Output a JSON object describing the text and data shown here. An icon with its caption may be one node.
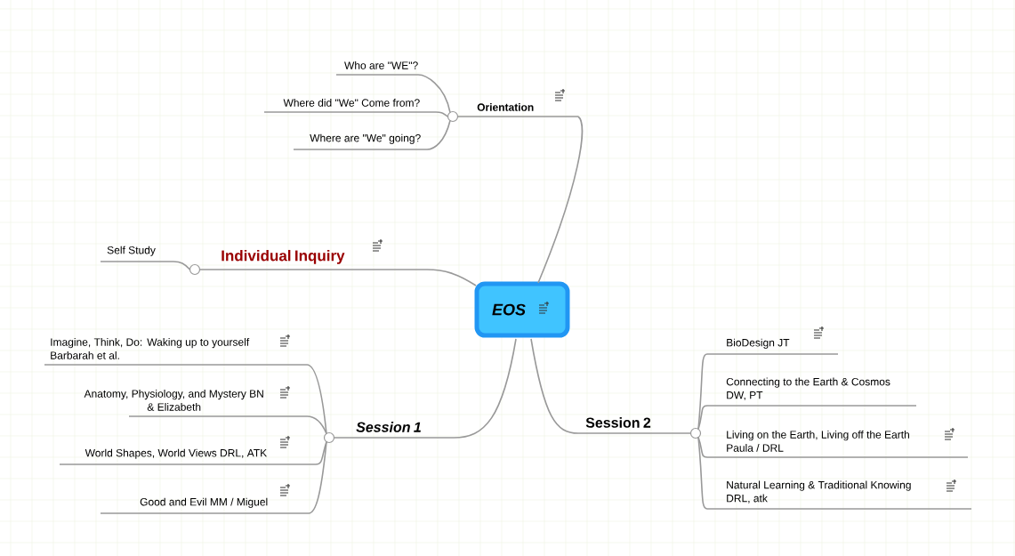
{
  "diagram": {
    "nodes": [
      {
        "text": [
          "EOS"
        ]
      },
      {
        "text": [
          "Orientation"
        ]
      },
      {
        "text": [
          "Who are \"WE\"?"
        ]
      },
      {
        "text": [
          "Where did \"We\" Come from?"
        ]
      },
      {
        "text": [
          "Where are \"We\" going?"
        ]
      },
      {
        "text": [
          "Individual Inquiry"
        ]
      },
      {
        "text": [
          "Self Study"
        ]
      },
      {
        "text": [
          "Session 1"
        ]
      },
      {
        "text": [
          "Imagine, Think, Do: Waking up to yourself Barbarah et al."
        ]
      },
      {
        "text": [
          "Anatomy, Physiology, and Mystery BN & Elizabeth"
        ]
      },
      {
        "text": [
          "World Shapes, World Views DRL, ATK"
        ]
      },
      {
        "text": [
          "Good and Evil MM / Miguel"
        ]
      },
      {
        "text": [
          "Session 2"
        ]
      },
      {
        "text": [
          "BioDesign JT"
        ]
      },
      {
        "text": [
          "Connecting to the Earth & Cosmos DW, PT"
        ]
      },
      {
        "text": [
          "Living on the Earth, Living off the Earth Paula / DRL"
        ]
      },
      {
        "text": [
          "Natural Learning & Traditional Knowing DRL, atk"
        ]
      }
    ],
    "edges": [
      {
        "from": 0,
        "to": 1,
        "arrow": "none"
      },
      {
        "from": 1,
        "to": 2,
        "arrow": "none"
      },
      {
        "from": 1,
        "to": 3,
        "arrow": "none"
      },
      {
        "from": 1,
        "to": 4,
        "arrow": "none"
      },
      {
        "from": 0,
        "to": 5,
        "arrow": "none"
      },
      {
        "from": 5,
        "to": 6,
        "arrow": "none"
      },
      {
        "from": 0,
        "to": 7,
        "arrow": "none"
      },
      {
        "from": 7,
        "to": 8,
        "arrow": "none"
      },
      {
        "from": 7,
        "to": 9,
        "arrow": "none"
      },
      {
        "from": 7,
        "to": 10,
        "arrow": "none"
      },
      {
        "from": 7,
        "to": 11,
        "arrow": "none"
      },
      {
        "from": 0,
        "to": 12,
        "arrow": "none"
      },
      {
        "from": 12,
        "to": 13,
        "arrow": "none"
      },
      {
        "from": 12,
        "to": 14,
        "arrow": "none"
      },
      {
        "from": 12,
        "to": 15,
        "arrow": "none"
      },
      {
        "from": 12,
        "to": 16,
        "arrow": "none"
      }
    ]
  }
}
